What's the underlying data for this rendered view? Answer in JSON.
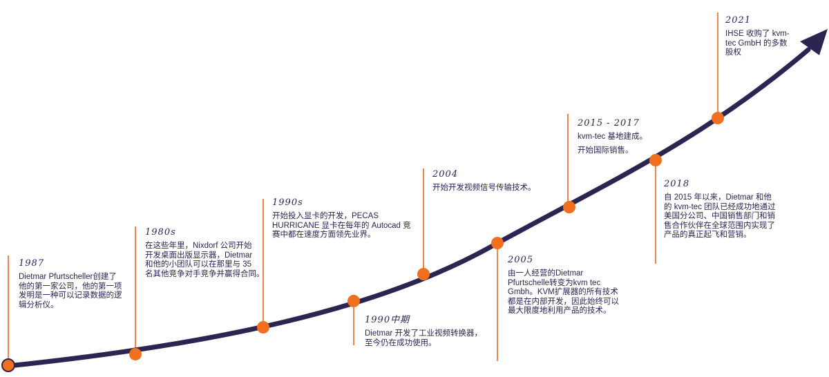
{
  "colors": {
    "curve": "#2d2551",
    "marker": "#f07020",
    "stem": "#e8691a",
    "text": "#2a2350"
  },
  "milestones": [
    {
      "year": "1987",
      "lines": [
        "Dietmar Pfurtscheller创建了",
        "他的第一家公司，他的第一项",
        "发明是一种可以记录数据的逻",
        "辑分析仪。"
      ]
    },
    {
      "year": "1980s",
      "lines": [
        "在这些年里，Nixdorf 公司开始",
        "开发桌面出版显示器，Dietmar",
        "和他的小团队可以在那里与 35",
        "名其他竞争对手竞争并赢得合同。"
      ]
    },
    {
      "year": "1990s",
      "lines": [
        "开始投入显卡的开发，PECAS",
        "HURRICANE 显卡在每年的 Autocad 竞",
        "赛中都在速度方面领先业界。"
      ]
    },
    {
      "year": "1990中期",
      "lines": [
        "Dietmar 开发了工业视频转换器，",
        "至今仍在成功使用。"
      ]
    },
    {
      "year": "2004",
      "lines": [
        "开始开发视频信号传输技术。"
      ]
    },
    {
      "year": "2005",
      "lines": [
        "由一人经营的Dietmar",
        "Pfurtschelle转变为kvm tec",
        "Gmbh。KVM扩展器的所有技术",
        "都是在内部开发，因此始终可以",
        "最大限度地利用产品的技术。"
      ]
    },
    {
      "year": "2015 - 2017",
      "paragraphs": [
        "kvm-tec 基地建成。",
        "开始国际销售。"
      ]
    },
    {
      "year": "2018",
      "lines": [
        "自 2015 年以来，Dietmar 和他",
        "的 kvm-tec 团队已经成功地通过",
        "美国分公司、中国销售部门和销",
        "售合作伙伴在全球范围内实现了",
        "产品的真正起飞和营销。"
      ]
    },
    {
      "year": "2021",
      "lines": [
        "IHSE 收购了 kvm-",
        "tec GmbH 的多数",
        "股权"
      ]
    }
  ]
}
